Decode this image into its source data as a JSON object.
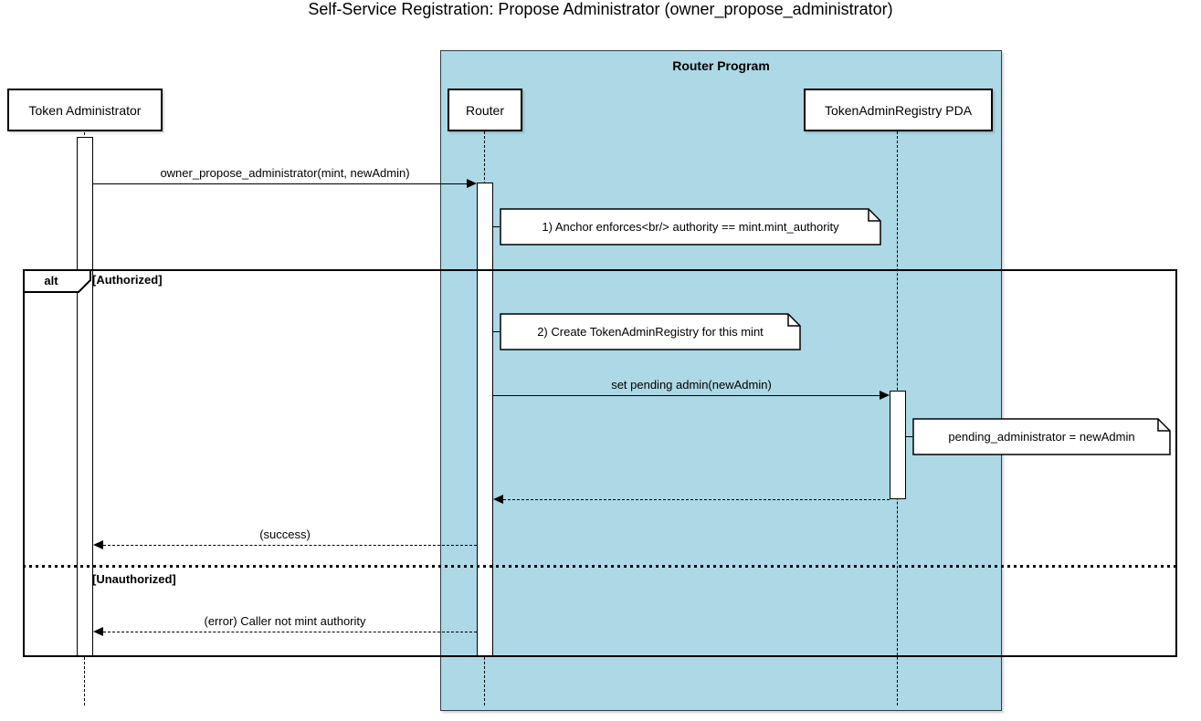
{
  "title": "Self-Service Registration: Propose Administrator (owner_propose_administrator)",
  "diagram": {
    "type": "sequence",
    "program": {
      "label": "Router Program",
      "fill": "#ADD8E6"
    },
    "participants": [
      {
        "id": "token-administrator",
        "label": "Token Administrator"
      },
      {
        "id": "router",
        "label": "Router",
        "group": "Router Program"
      },
      {
        "id": "registry-pda",
        "label": "TokenAdminRegistry PDA",
        "group": "Router Program"
      }
    ],
    "messages": [
      {
        "from": "Token Administrator",
        "to": "Router",
        "label": "owner_propose_administrator(mint, newAdmin)",
        "style": "solid"
      },
      {
        "from": "Router",
        "to": "TokenAdminRegistry PDA",
        "label": "set pending admin(newAdmin)",
        "style": "solid"
      },
      {
        "from": "TokenAdminRegistry PDA",
        "to": "Router",
        "label": "",
        "style": "dashed-return"
      },
      {
        "from": "Router",
        "to": "Token Administrator",
        "label": "(success)",
        "style": "dashed-return"
      },
      {
        "from": "Router",
        "to": "Token Administrator",
        "label": "(error) Caller not mint authority",
        "style": "dashed-return"
      }
    ],
    "notes": [
      {
        "text": "1) Anchor enforces<br/> authority == mint.mint_authority"
      },
      {
        "text": "2) Create TokenAdminRegistry for this mint"
      },
      {
        "text": "pending_administrator = newAdmin"
      }
    ],
    "alt": {
      "label": "alt",
      "conditions": [
        "[Authorized]",
        "[Unauthorized]"
      ]
    }
  }
}
